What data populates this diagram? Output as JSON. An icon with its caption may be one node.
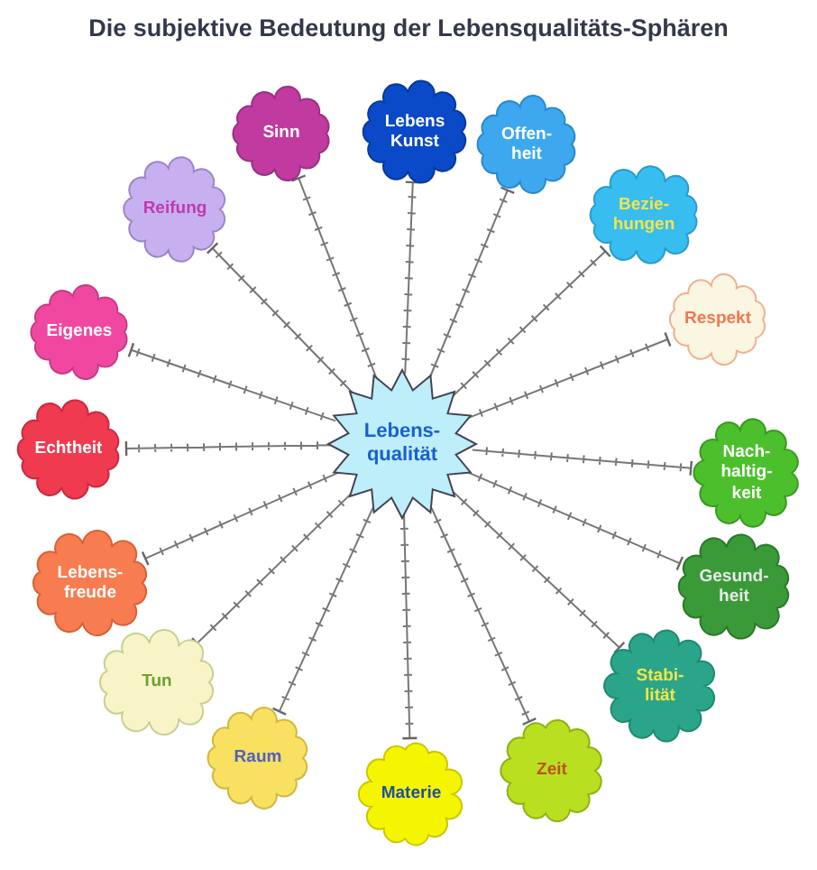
{
  "diagram": {
    "title": "Die subjektive Bedeutung der Lebensqualitäts-Sphären",
    "nodes": [
      {
        "text": [
          "Lebens- qualität"
        ]
      },
      {
        "text": [
          "Lebens Kunst"
        ]
      },
      {
        "text": [
          "Offen- heit"
        ]
      },
      {
        "text": [
          "Bezie- hungen"
        ]
      },
      {
        "text": [
          "Respekt"
        ]
      },
      {
        "text": [
          "Nach- haltig- keit"
        ]
      },
      {
        "text": [
          "Gesund- heit"
        ]
      },
      {
        "text": [
          "Stabi- lität"
        ]
      },
      {
        "text": [
          "Zeit"
        ]
      },
      {
        "text": [
          "Materie"
        ]
      },
      {
        "text": [
          "Raum"
        ]
      },
      {
        "text": [
          "Tun"
        ]
      },
      {
        "text": [
          "Lebens- freude"
        ]
      },
      {
        "text": [
          "Echtheit"
        ]
      },
      {
        "text": [
          "Eigenes"
        ]
      },
      {
        "text": [
          "Reifung"
        ]
      },
      {
        "text": [
          "Sinn"
        ]
      }
    ],
    "edges": [
      {
        "from": 0,
        "to": 1,
        "arrow": "other"
      },
      {
        "from": 0,
        "to": 2,
        "arrow": "other"
      },
      {
        "from": 0,
        "to": 3,
        "arrow": "other"
      },
      {
        "from": 0,
        "to": 4,
        "arrow": "other"
      },
      {
        "from": 0,
        "to": 5,
        "arrow": "other"
      },
      {
        "from": 0,
        "to": 6,
        "arrow": "other"
      },
      {
        "from": 0,
        "to": 7,
        "arrow": "other"
      },
      {
        "from": 0,
        "to": 8,
        "arrow": "other"
      },
      {
        "from": 0,
        "to": 9,
        "arrow": "other"
      },
      {
        "from": 0,
        "to": 10,
        "arrow": "other"
      },
      {
        "from": 0,
        "to": 11,
        "arrow": "other"
      },
      {
        "from": 0,
        "to": 12,
        "arrow": "other"
      },
      {
        "from": 0,
        "to": 13,
        "arrow": "other"
      },
      {
        "from": 0,
        "to": 14,
        "arrow": "other"
      },
      {
        "from": 0,
        "to": 15,
        "arrow": "other"
      },
      {
        "from": 0,
        "to": 16,
        "arrow": "other"
      }
    ]
  }
}
